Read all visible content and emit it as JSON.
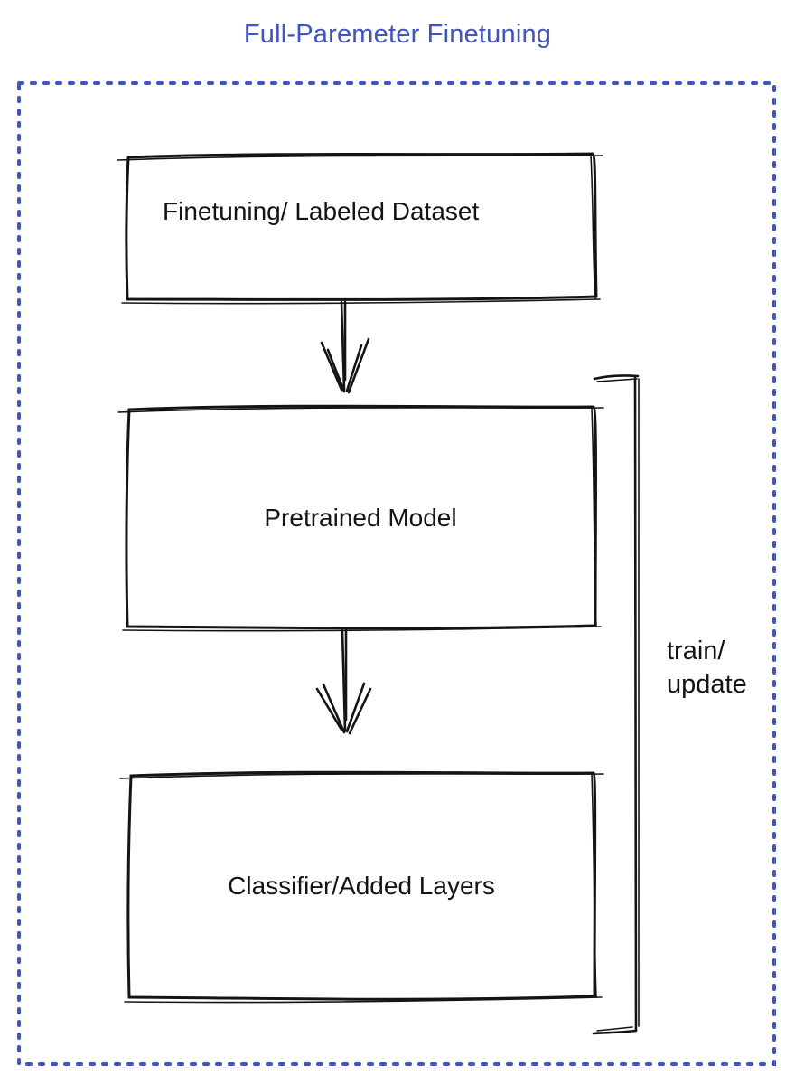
{
  "title": "Full-Paremeter Finetuning",
  "colors": {
    "title_blue": "#3D52CC",
    "boundary_blue": "#3D52CC",
    "ink": "#141414"
  },
  "boxes": [
    {
      "id": "finetuning-dataset",
      "label": "Finetuning/ Labeled Dataset",
      "fill": "#878E98"
    },
    {
      "id": "pretrained-model",
      "label": "Pretrained Model",
      "fill": "#4B6EF2"
    },
    {
      "id": "classifier-added-layers",
      "label": "Classifier/Added Layers",
      "fill": "#3EC15C"
    }
  ],
  "arrows": [
    {
      "from": "finetuning-dataset",
      "to": "pretrained-model",
      "direction": "down"
    },
    {
      "from": "pretrained-model",
      "to": "classifier-added-layers",
      "direction": "down"
    }
  ],
  "bracket": {
    "label": "train/\nupdate",
    "spans": "pretrained-model,classifier-added-layers"
  }
}
